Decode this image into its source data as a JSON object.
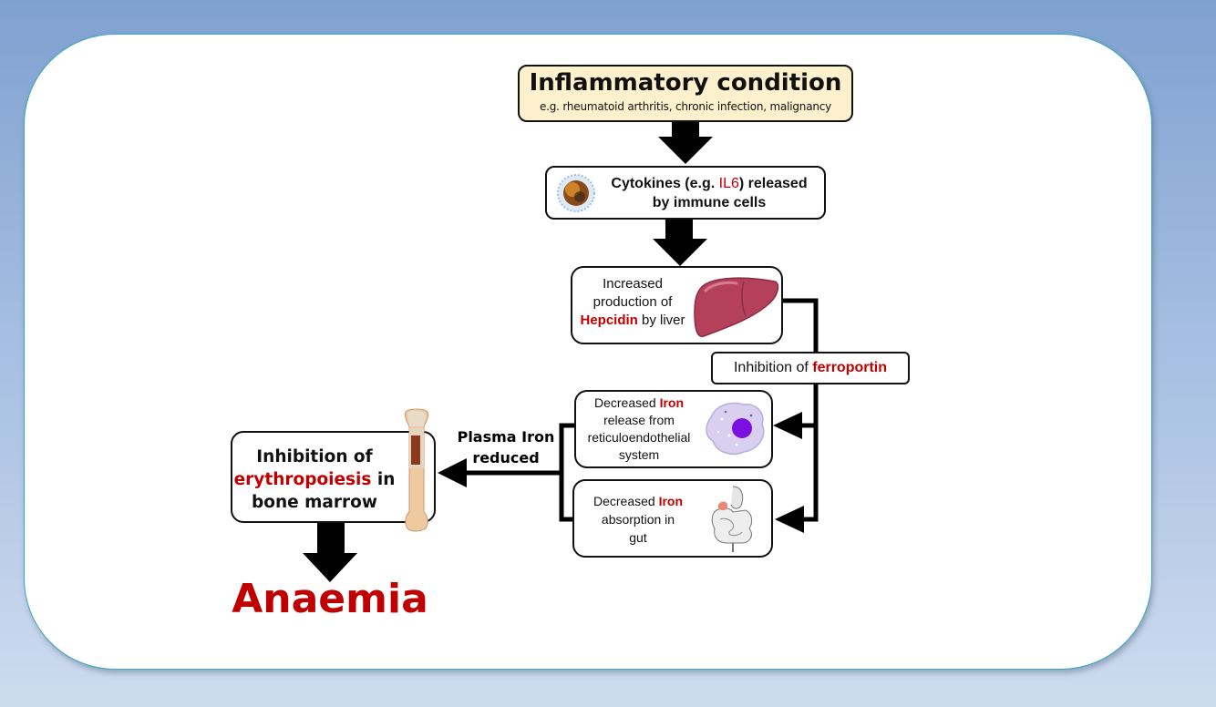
{
  "diagram": {
    "inflammatory": {
      "title": "Inflammatory condition",
      "subtitle": "e.g. rheumatoid arthritis, chronic infection, malignancy"
    },
    "cytokines": {
      "line1_pre": "Cytokines (e.g. ",
      "line1_highlight": "IL6",
      "line1_post": ") released",
      "line2": "by immune cells"
    },
    "hepcidin": {
      "line1": "Increased",
      "line2": "production of",
      "line3_highlight": "Hepcidin",
      "line3_post": " by liver"
    },
    "ferroportin": {
      "pre": "Inhibition of ",
      "highlight": "ferroportin"
    },
    "reticulo": {
      "line1_pre": "Decreased ",
      "line1_highlight": "Iron",
      "line2": "release from",
      "line3": "reticuloendothelial",
      "line4": "system"
    },
    "gut": {
      "line1_pre": "Decreased ",
      "line1_highlight": "Iron",
      "line2": "absorption in",
      "line3": "gut"
    },
    "plasma": {
      "line1": "Plasma Iron",
      "line2": "reduced"
    },
    "erythro": {
      "line1": "Inhibition of",
      "line2_highlight": "erythropoiesis",
      "line2_post": " in",
      "line3": "bone marrow"
    },
    "outcome": "Anaemia"
  },
  "colors": {
    "highlight": "#c00000",
    "box_fill_top": "#fdf0cc",
    "card_border": "#3aa6bd"
  },
  "icons": [
    "immune-cell-icon",
    "liver-icon",
    "macrophage-icon",
    "gut-icon",
    "bone-icon"
  ]
}
